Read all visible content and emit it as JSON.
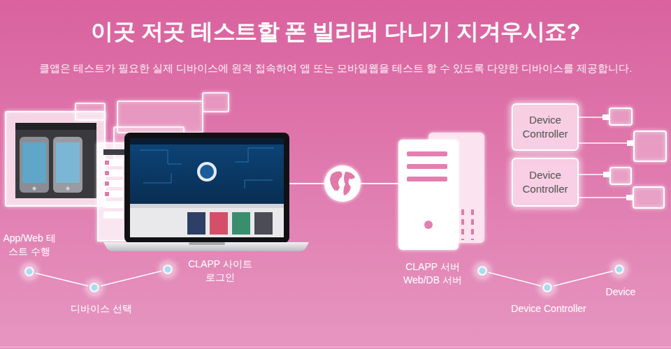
{
  "diagram": {
    "title": "이곳 저곳 테스트할 폰 빌리러 다니기 지겨우시죠?",
    "caption": "클앱은 테스트가 필요한 실제 디바이스에 원격 접속하여 앱 또는 모바일웹을 테스트 할 수 있도록 다양한 디바이스를 제공합니다.",
    "nodes": [
      {
        "text": [
          "Device Controller"
        ]
      },
      {
        "text": [
          "Device Controller"
        ]
      },
      {
        "text": [
          "App/Web 테스트 수행"
        ]
      },
      {
        "text": [
          "CLAPP 사이트 로그인"
        ]
      },
      {
        "text": [
          "디바이스 선택"
        ]
      },
      {
        "text": [
          "CLAPP 서버 Web/DB 서버"
        ]
      },
      {
        "text": [
          "Device"
        ]
      },
      {
        "text": [
          "Device Controller"
        ]
      }
    ],
    "edges": [
      {
        "from": 2,
        "to": 4,
        "arrow": "none"
      },
      {
        "from": 4,
        "to": 3,
        "arrow": "none"
      },
      {
        "from": 5,
        "to": 7,
        "arrow": "none"
      },
      {
        "from": 7,
        "to": 6,
        "arrow": "none"
      }
    ]
  }
}
